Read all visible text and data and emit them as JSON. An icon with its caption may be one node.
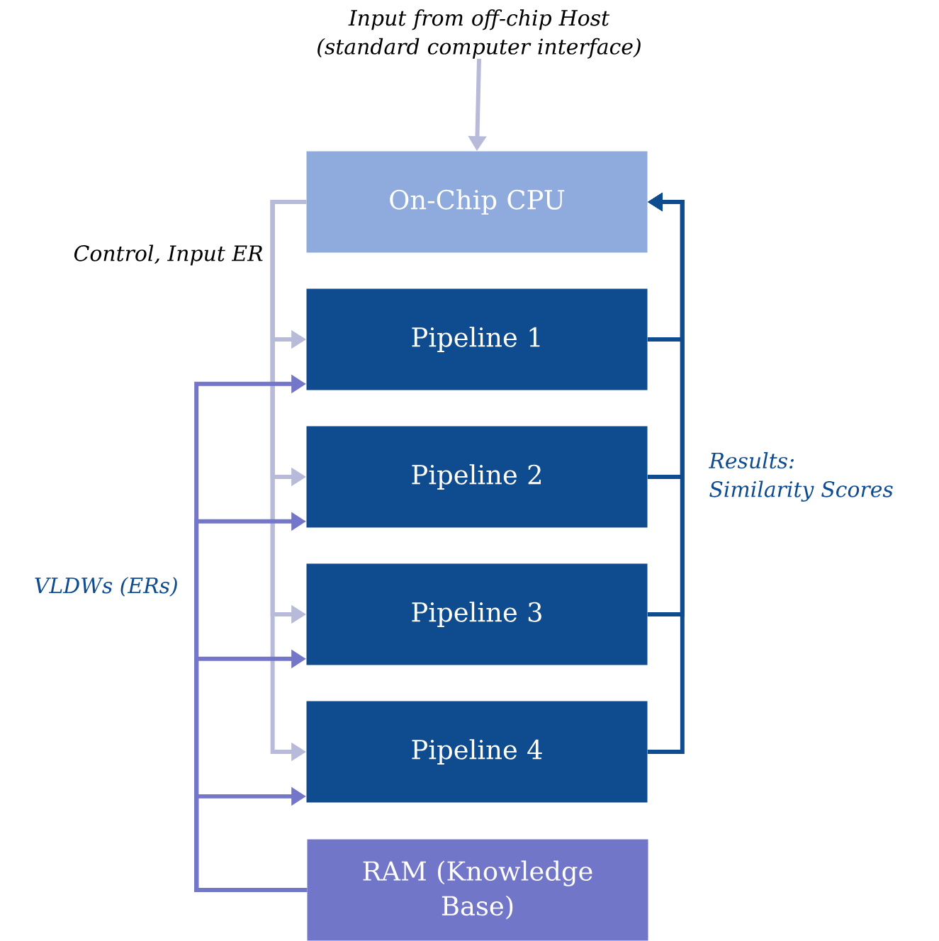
{
  "diagram": {
    "nodes": [
      {
        "text": [
          "Input from off-chip Host (standard computer interface)"
        ]
      },
      {
        "text": [
          "On-Chip CPU"
        ]
      },
      {
        "text": [
          "Pipeline 1"
        ]
      },
      {
        "text": [
          "Pipeline 2"
        ]
      },
      {
        "text": [
          "Pipeline 3"
        ]
      },
      {
        "text": [
          "Pipeline 4"
        ]
      },
      {
        "text": [
          "RAM (Knowledge Base)"
        ]
      }
    ],
    "edges": [
      {
        "from": 0,
        "to": 1,
        "arrow": "to",
        "color": "#b7bad9"
      },
      {
        "from": 1,
        "to": 2,
        "arrow": "to",
        "color": "#b7bad9"
      },
      {
        "from": 1,
        "to": 3,
        "arrow": "to",
        "color": "#b7bad9"
      },
      {
        "from": 1,
        "to": 4,
        "arrow": "to",
        "color": "#b7bad9"
      },
      {
        "from": 1,
        "to": 5,
        "arrow": "to",
        "color": "#b7bad9"
      },
      {
        "from": 6,
        "to": 2,
        "arrow": "to",
        "color": "#7477c9"
      },
      {
        "from": 6,
        "to": 3,
        "arrow": "to",
        "color": "#7477c9"
      },
      {
        "from": 6,
        "to": 4,
        "arrow": "to",
        "color": "#7477c9"
      },
      {
        "from": 6,
        "to": 5,
        "arrow": "to",
        "color": "#7477c9"
      },
      {
        "from": 2,
        "to": 1,
        "arrow": "to",
        "color": "#0e4c8f"
      },
      {
        "from": 3,
        "to": 1,
        "arrow": "to",
        "color": "#0e4c8f"
      },
      {
        "from": 4,
        "to": 1,
        "arrow": "to",
        "color": "#0e4c8f"
      },
      {
        "from": 5,
        "to": 1,
        "arrow": "to",
        "color": "#0e4c8f"
      }
    ],
    "labels": [
      "Control, Input ER",
      "VLDWs (ERs)",
      "Results: Similarity Scores"
    ]
  }
}
